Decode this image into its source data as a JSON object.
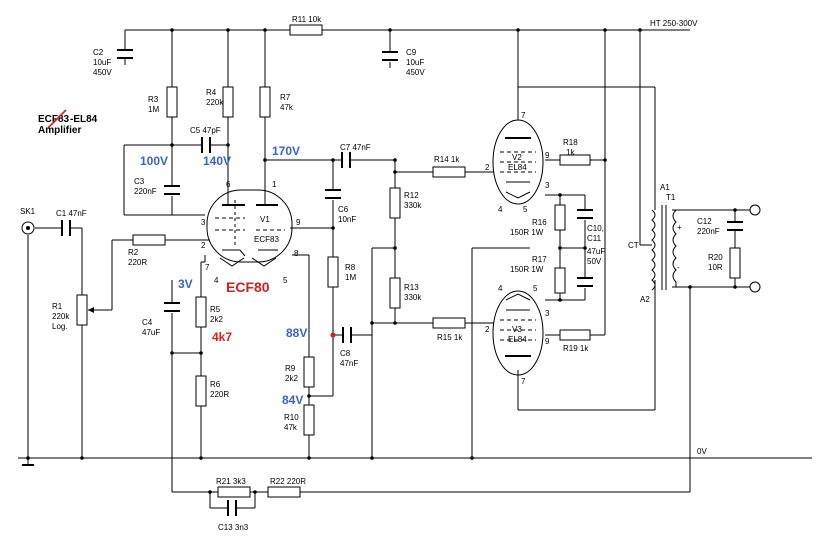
{
  "title": {
    "line1_struck": "ECF83",
    "line1_rest": "-EL84",
    "line2": "Amplifier",
    "strike_color": "#d02020"
  },
  "ht_label": "HT 250-300V",
  "gnd_label": "0V",
  "components": {
    "C2": {
      "ref": "C2",
      "v1": "10uF",
      "v2": "450V"
    },
    "C9": {
      "ref": "C9",
      "v1": "10uF",
      "v2": "450V"
    },
    "R11": {
      "text": "R11 10k"
    },
    "R3": {
      "ref": "R3",
      "val": "1M"
    },
    "R4": {
      "ref": "R4",
      "val": "220k"
    },
    "R7": {
      "ref": "R7",
      "val": "47k"
    },
    "C5": {
      "text": "C5 47pF"
    },
    "C3": {
      "ref": "C3",
      "val": "220nF"
    },
    "C7": {
      "text": "C7 47nF"
    },
    "C6": {
      "ref": "C6",
      "val": "10nF"
    },
    "R8": {
      "ref": "R8",
      "val": "1M"
    },
    "R12": {
      "ref": "R12",
      "val": "330k"
    },
    "R13": {
      "ref": "R13",
      "val": "330k"
    },
    "R14": {
      "text": "R14 1k"
    },
    "R15": {
      "text": "R15 1k"
    },
    "R18": {
      "ref": "R18",
      "val": "1k"
    },
    "R19": {
      "text": "R19 1k"
    },
    "R16": {
      "ref": "R16",
      "val": "150R 1W"
    },
    "R17": {
      "ref": "R17",
      "val": "150R 1W"
    },
    "C10": {
      "ref": "C10,",
      "ref2": "C11",
      "v1": "47uF",
      "v2": "50V"
    },
    "SK1": {
      "ref": "SK1"
    },
    "C1": {
      "text": "C1 47nF"
    },
    "R2": {
      "ref": "R2",
      "val": "220R"
    },
    "R1": {
      "ref": "R1",
      "v1": "220k",
      "v2": "Log."
    },
    "C4": {
      "ref": "C4",
      "val": "47uF"
    },
    "R5": {
      "ref": "R5",
      "val": "2k2"
    },
    "R6": {
      "ref": "R6",
      "val": "220R"
    },
    "R9": {
      "ref": "R9",
      "val": "2k2"
    },
    "R10": {
      "ref": "R10",
      "val": "47k"
    },
    "C8": {
      "ref": "C8",
      "val": "47nF"
    },
    "R21": {
      "text": "R21 3k3"
    },
    "R22": {
      "text": "R22 220R"
    },
    "C13": {
      "text": "C13 3n3"
    },
    "C12": {
      "ref": "C12",
      "val": "220nF"
    },
    "R20": {
      "ref": "R20",
      "val": "10R"
    },
    "V1": {
      "ref": "V1",
      "type": "ECF83",
      "pins": [
        "6",
        "1",
        "3",
        "9",
        "2",
        "7",
        "4",
        "5",
        "8"
      ]
    },
    "V2": {
      "ref": "V2",
      "type": "EL84",
      "pins": [
        "7",
        "2",
        "9",
        "3",
        "4",
        "5"
      ]
    },
    "V3": {
      "ref": "V3",
      "type": "EL84",
      "pins": [
        "4",
        "5",
        "3",
        "2",
        "9",
        "7"
      ]
    },
    "T1": {
      "ref": "T1",
      "a1": "A1",
      "a2": "A2",
      "ct": "CT",
      "plus": "+",
      "minus": "-"
    }
  },
  "annotations": {
    "v100": "100V",
    "v140": "140V",
    "v170": "170V",
    "v3": "3V",
    "v88": "88V",
    "v84": "84V",
    "ecf80": "ECF80",
    "r5_alt": "4k7"
  },
  "colors": {
    "annotation_blue": "#3a62c8",
    "annotation_red": "#d02020"
  }
}
